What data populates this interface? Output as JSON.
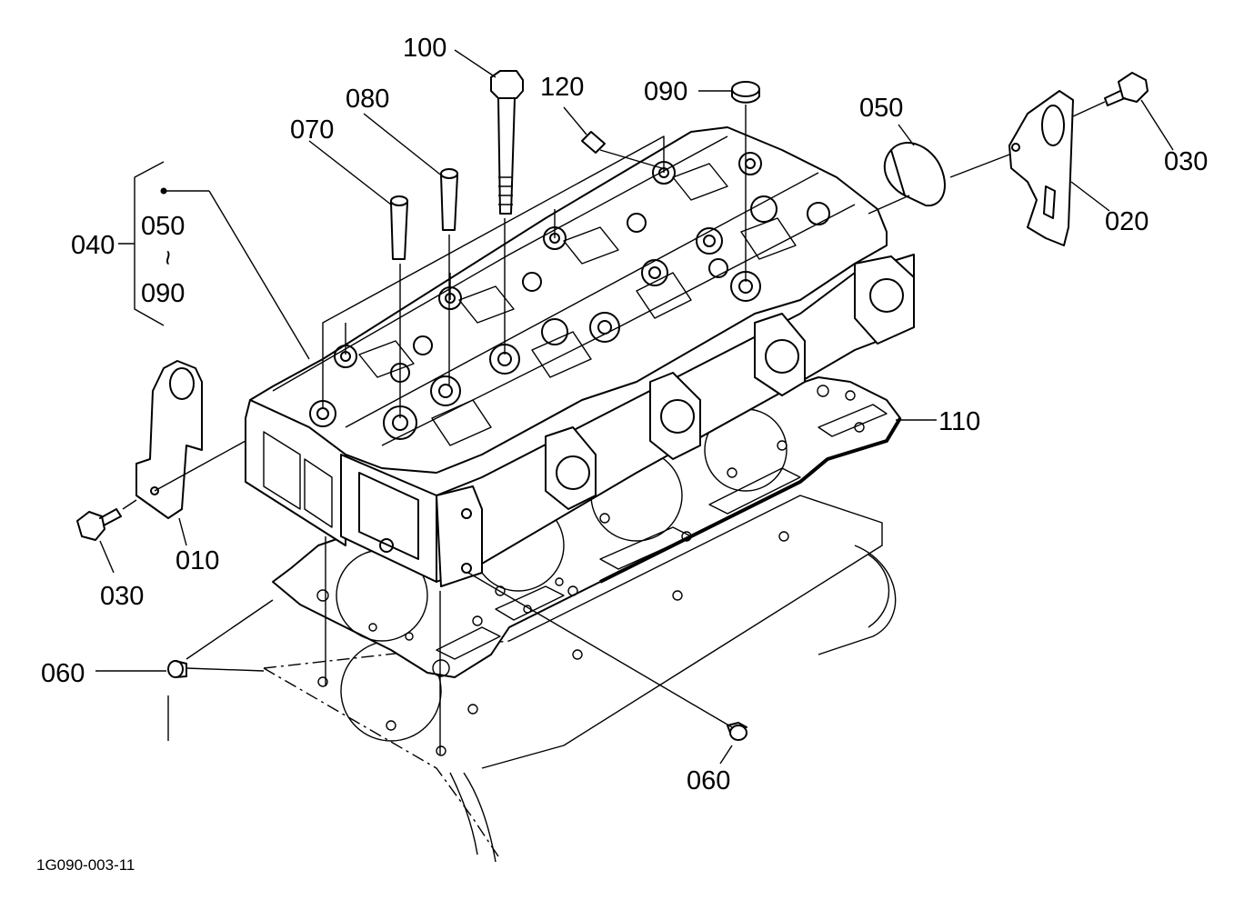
{
  "drawing_number": "1G090-003-11",
  "labels": {
    "p100": "100",
    "p120": "120",
    "p090_top": "090",
    "p080": "080",
    "p070": "070",
    "p050_right": "050",
    "p030_right": "030",
    "p020": "020",
    "p040": "040",
    "p040_range_start": "050",
    "p040_range_sep": "~",
    "p040_range_end": "090",
    "p110": "110",
    "p010": "010",
    "p030_left": "030",
    "p060_left": "060",
    "p060_bottom": "060"
  }
}
